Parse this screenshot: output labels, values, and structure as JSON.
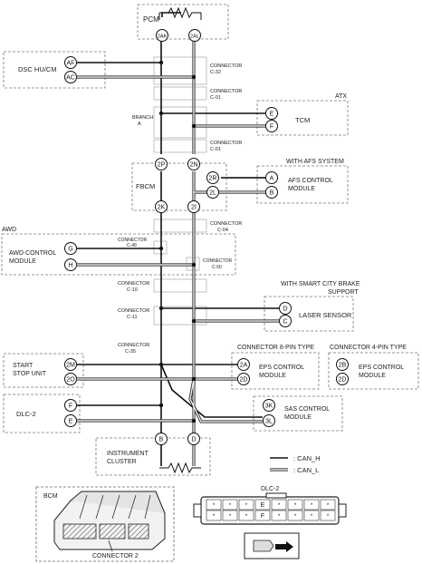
{
  "modules": {
    "pcm": "PCM",
    "dsc": "DSC HU/CM",
    "tcm": "TCM",
    "fbcm": "FBCM",
    "afs": {
      "line1": "AFS CONTROL",
      "line2": "MODULE"
    },
    "awd_module": {
      "line1": "AWD CONTROL",
      "line2": "MODULE"
    },
    "laser": "LASER SENSOR",
    "start_stop": {
      "line1": "START",
      "line2": "STOP UNIT"
    },
    "eps8": {
      "line1": "EPS CONTROL",
      "line2": "MODULE"
    },
    "eps4": {
      "line1": "EPS CONTROL",
      "line2": "MODULE"
    },
    "dlc2": "DLC-2",
    "sas": {
      "line1": "SAS CONTROL",
      "line2": "MODULE"
    },
    "cluster": {
      "line1": "INSTRUMENT",
      "line2": "CLUSTER"
    },
    "bcm": "BCM"
  },
  "groups": {
    "atx": "ATX",
    "afs_system": "WITH AFS SYSTEM",
    "awd": "AWD",
    "scb": {
      "line1": "WITH SMART CITY BRAKE",
      "line2": "SUPPORT"
    },
    "pin8": "CONNECTOR 8-PIN TYPE",
    "pin4": "CONNECTOR 4-PIN TYPE"
  },
  "connectors": {
    "c32": {
      "line1": "CONNECTOR",
      "line2": "C-32"
    },
    "c01a": {
      "line1": "CONNECTOR",
      "line2": "C-01"
    },
    "branch": {
      "line1": "BRANCH",
      "line2": "A"
    },
    "c01b": {
      "line1": "CONNECTOR",
      "line2": "C-01"
    },
    "c04": {
      "line1": "CONNECTOR",
      "line2": "C-04"
    },
    "c49": {
      "line1": "CONNECTOR",
      "line2": "C-49"
    },
    "c50": {
      "line1": "CONNECTOR",
      "line2": "C-50"
    },
    "c10": {
      "line1": "CONNECTOR",
      "line2": "C-10"
    },
    "c11": {
      "line1": "CONNECTOR",
      "line2": "C-11"
    },
    "c35": {
      "line1": "CONNECTOR",
      "line2": "C-35"
    },
    "bcm_connector": "CONNECTOR 2",
    "dlc2_title": "DLC-2"
  },
  "pins": {
    "pcm_h": "2AK",
    "pcm_l": "2AL",
    "dsc_h": "AF",
    "dsc_l": "AC",
    "tcm_h": "E",
    "tcm_l": "F",
    "fbcm_h_top": "2P",
    "fbcm_l_top": "2N",
    "afs_h": "2R",
    "afs_l": "2L",
    "afs_mod_h": "A",
    "afs_mod_l": "B",
    "fbcm_h_bot": "2K",
    "fbcm_l_bot": "2I",
    "awd_h": "G",
    "awd_l": "H",
    "laser_h": "D",
    "laser_l": "C",
    "ss_h": "2M",
    "ss_l": "2O",
    "eps8_h": "2A",
    "eps8_l": "2D",
    "eps4_h": "2B",
    "eps4_l": "2D",
    "dlc_h": "F",
    "dlc_l": "E",
    "sas_h": "3K",
    "sas_l": "3L",
    "cluster_h": "B",
    "cluster_l": "D"
  },
  "dlc_connector": {
    "top_mark": "E",
    "bottom_mark": "F",
    "cell_mark": "*"
  },
  "legend": {
    "can_h": ": CAN_H",
    "can_l": ": CAN_L"
  }
}
